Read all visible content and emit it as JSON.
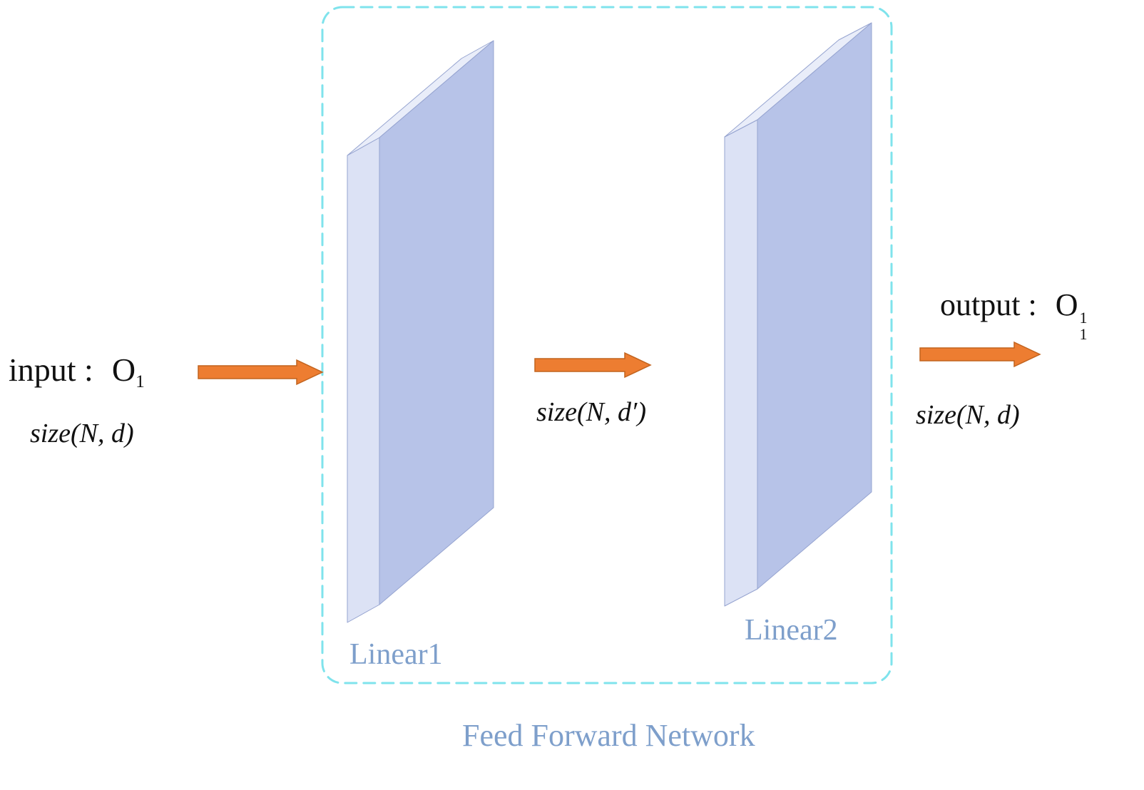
{
  "title": "Feed Forward Network",
  "input": {
    "word": "input :",
    "symbol": "O",
    "sub": "1",
    "size": "size(N, d)"
  },
  "hidden": {
    "size": "size(N, d′)"
  },
  "output": {
    "word": "output :",
    "symbol": "O",
    "sub": "1",
    "sup": "1",
    "size": "size(N, d)"
  },
  "layers": [
    {
      "label": "Linear1"
    },
    {
      "label": "Linear2"
    }
  ],
  "colors": {
    "arrow": "#ED7D31",
    "box_border": "#7FE3EC",
    "slab_front": "#B7C3E8",
    "slab_side": "#DCE2F5",
    "slab_top": "#E9EDF9",
    "blue_text": "#7E9FCB"
  }
}
